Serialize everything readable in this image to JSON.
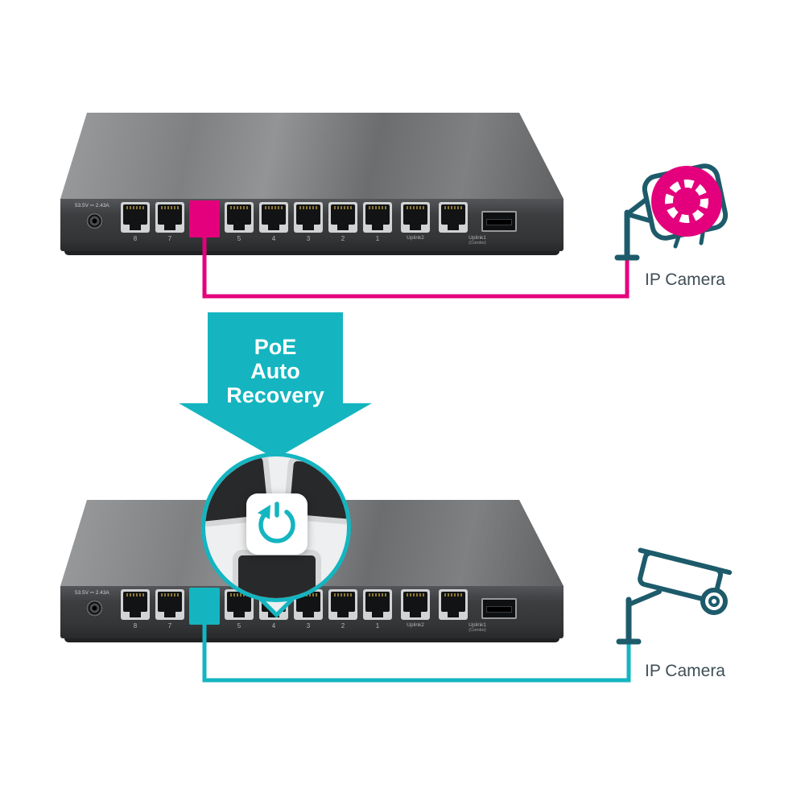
{
  "colors": {
    "pink": "#e4007c",
    "teal": "#14b5c0",
    "dark_teal": "#1d5b6b",
    "text_dark": "#3f4e57"
  },
  "switch": {
    "power_label": "53.5V ⎓ 2.43A",
    "lan_port_labels": [
      "8",
      "7",
      "",
      "5",
      "4",
      "3",
      "2",
      "1"
    ],
    "plugged_port_index": 2,
    "uplink2_label": "Uplink2",
    "uplink1_label": "Uplink1",
    "uplink1_sub_label": "(Combo)"
  },
  "arrow": {
    "line1": "PoE",
    "line2": "Auto",
    "line3": "Recovery"
  },
  "cameras": {
    "top": {
      "label": "IP Camera",
      "status": "frozen"
    },
    "bottom": {
      "label": "IP Camera",
      "status": "recovered"
    }
  }
}
